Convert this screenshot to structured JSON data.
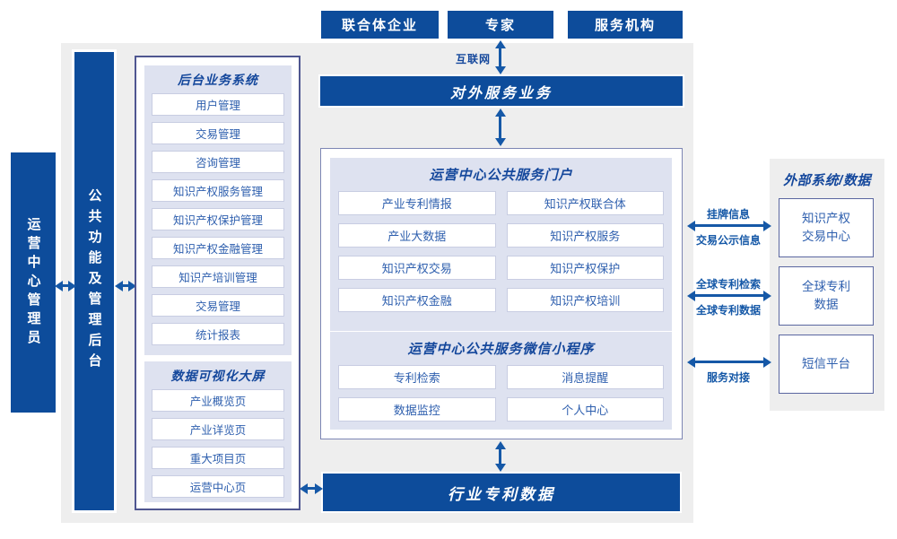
{
  "top_actors": [
    "联合体企业",
    "专家",
    "服务机构"
  ],
  "internet_label": "互联网",
  "external_service_bar": "对外服务业务",
  "admin_bar": "运营中心管理员",
  "backend_bar": "公共功能及管理后台",
  "left_panel": {
    "sections": [
      {
        "title": "后台业务系统",
        "items": [
          "用户管理",
          "交易管理",
          "咨询管理",
          "知识产权服务管理",
          "知识产权保护管理",
          "知识产权金融管理",
          "知识产培训管理",
          "交易管理",
          "统计报表"
        ]
      },
      {
        "title": "数据可视化大屏",
        "items": [
          "产业概览页",
          "产业详览页",
          "重大项目页",
          "运营中心页"
        ]
      }
    ]
  },
  "center_panel": {
    "sections": [
      {
        "title": "运营中心公共服务门户",
        "items": [
          "产业专利情报",
          "知识产权联合体",
          "产业大数据",
          "知识产权服务",
          "知识产权交易",
          "知识产权保护",
          "知识产权金融",
          "知识产权培训"
        ]
      },
      {
        "title": "运营中心公共服务微信小程序",
        "items": [
          "专利检索",
          "消息提醒",
          "数据监控",
          "个人中心"
        ]
      }
    ]
  },
  "industry_data_bar": "行业专利数据",
  "right_panel": {
    "title": "外部系统/数据",
    "boxes": [
      {
        "line1": "知识产权",
        "line2": "交易中心"
      },
      {
        "line1": "全球专利",
        "line2": "数据"
      },
      {
        "line1": "短信平台",
        "line2": ""
      }
    ]
  },
  "right_links": [
    {
      "label_top": "挂牌信息",
      "label_bottom": "交易公示信息"
    },
    {
      "label_top": "全球专利检索",
      "label_bottom": "全球专利数据"
    },
    {
      "label_top": "",
      "label_bottom": "服务对接"
    }
  ],
  "colors": {
    "primary_blue": "#0d4c9b",
    "arrow_blue": "#1558a7",
    "title_blue": "#15489c",
    "item_text_blue": "#2e5fae",
    "section_bg": "#dee2f0",
    "gray_bg": "#eeeeee"
  }
}
